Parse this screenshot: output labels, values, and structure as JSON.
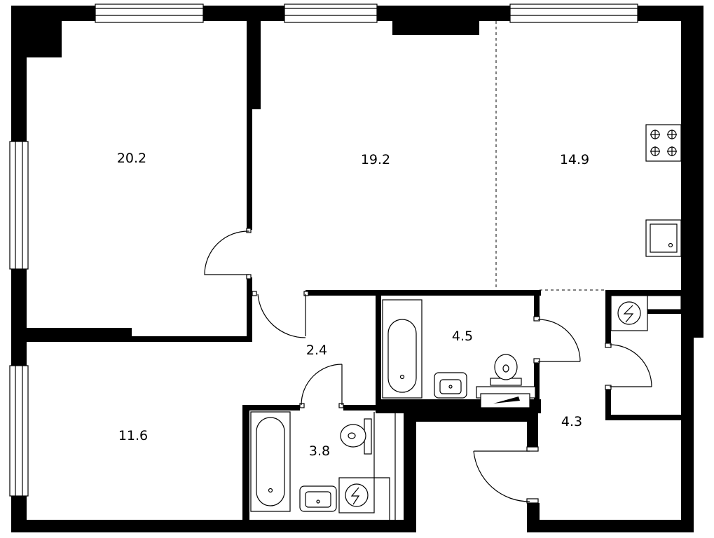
{
  "rooms": [
    {
      "id": "room-bedroom-1",
      "area": "20.2"
    },
    {
      "id": "room-living",
      "area": "19.2"
    },
    {
      "id": "room-kitchen",
      "area": "14.9"
    },
    {
      "id": "room-hall",
      "area": "2.4"
    },
    {
      "id": "room-bathroom-1",
      "area": "4.5"
    },
    {
      "id": "room-bedroom-2",
      "area": "11.6"
    },
    {
      "id": "room-bathroom-2",
      "area": "3.8"
    },
    {
      "id": "room-entrance",
      "area": "4.3"
    }
  ],
  "icons": {
    "stove": "stove-icon",
    "sink": "sink-icon",
    "bathtub": "bathtub-icon",
    "toilet": "toilet-icon",
    "washbasin": "washbasin-icon",
    "washer": "washing-machine-icon",
    "window": "window-icon",
    "door": "door-swing-icon"
  }
}
